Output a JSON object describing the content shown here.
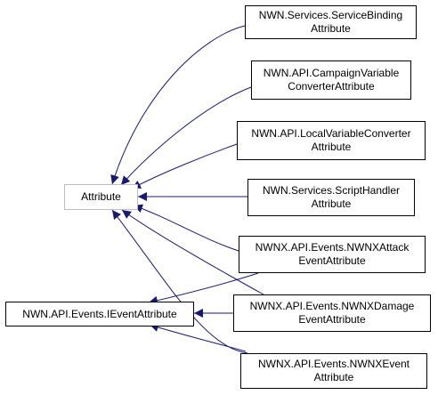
{
  "diagram": {
    "nodes": {
      "attribute": {
        "lines": [
          "Attribute"
        ]
      },
      "ievent": {
        "lines": [
          "NWN.API.Events.IEventAttribute"
        ]
      },
      "service_binding": {
        "lines": [
          "NWN.Services.ServiceBinding",
          "Attribute"
        ]
      },
      "campaign_var": {
        "lines": [
          "NWN.API.CampaignVariable",
          "ConverterAttribute"
        ]
      },
      "local_var": {
        "lines": [
          "NWN.API.LocalVariableConverter",
          "Attribute"
        ]
      },
      "script_handler": {
        "lines": [
          "NWN.Services.ScriptHandler",
          "Attribute"
        ]
      },
      "attack": {
        "lines": [
          "NWNX.API.Events.NWNXAttack",
          "EventAttribute"
        ]
      },
      "damage": {
        "lines": [
          "NWNX.API.Events.NWNXDamage",
          "EventAttribute"
        ]
      },
      "nwnx_event": {
        "lines": [
          "NWNX.API.Events.NWNXEvent",
          "Attribute"
        ]
      }
    },
    "colors": {
      "edge": "#191970",
      "node_border": "#000000",
      "focus_border": "#bfbfbf",
      "background": "#ffffff"
    }
  }
}
